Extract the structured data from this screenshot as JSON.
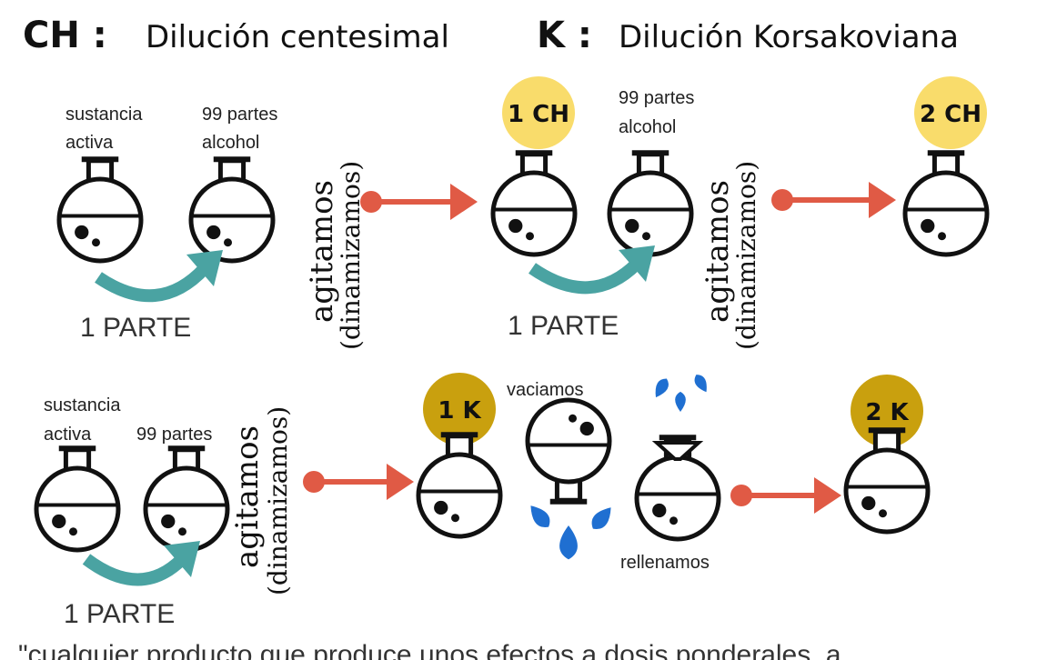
{
  "header": {
    "ch_abbr": "CH :",
    "ch_title": "Dilución centesimal",
    "k_abbr": "K :",
    "k_title": "Dilución Korsakoviana"
  },
  "row1": {
    "label_active1": "sustancia",
    "label_active2": "activa",
    "label_alcohol1": "99 partes",
    "label_alcohol2": "alcohol",
    "one_part": "1 PARTE",
    "shake": "agitamos",
    "dynamize": "(dinamizamos)",
    "badge_1ch": "1 CH",
    "label2_alcohol1": "99 partes",
    "label2_alcohol2": "alcohol",
    "one_part2": "1 PARTE",
    "shake2": "agitamos",
    "dynamize2": "(dinamizamos)",
    "badge_2ch": "2 CH"
  },
  "row2": {
    "label_active1": "sustancia",
    "label_active2": "activa",
    "label_parts": "99 partes",
    "one_part": "1 PARTE",
    "shake": "agitamos",
    "dynamize": "(dinamizamos)",
    "badge_1k": "1 K",
    "empty": "vaciamos",
    "refill": "rellenamos",
    "badge_2k": "2 K"
  },
  "footer": {
    "quote": "\"cualquier producto que produce unos efectos a dosis ponderales, a"
  },
  "colors": {
    "ch_badge": "#f9dc6b",
    "k_badge": "#c9a00e",
    "arrow_red": "#e05a45",
    "arrow_teal": "#4aa3a2",
    "water": "#1f6fd1"
  }
}
